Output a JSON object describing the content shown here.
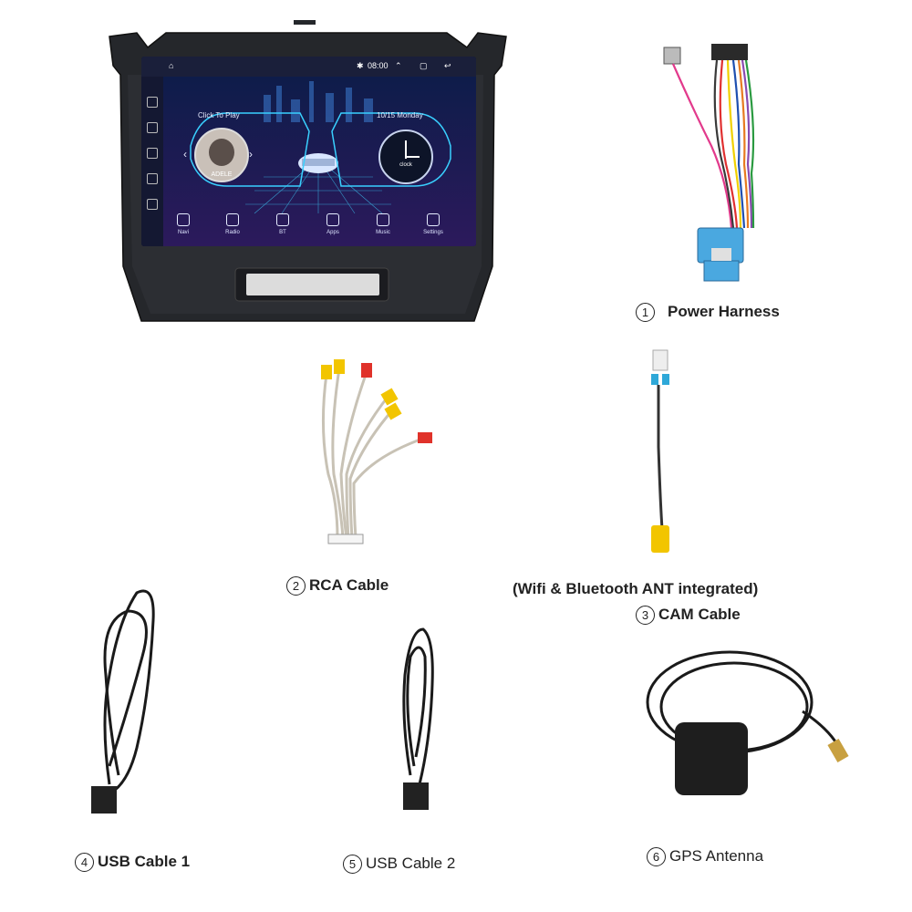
{
  "screen": {
    "status": {
      "time": "08:00"
    },
    "cards": {
      "music_label": "Click To Play",
      "date_label": "10/15 Monday",
      "artist_short": "ADELE",
      "clock_label": "clock"
    },
    "apps": [
      {
        "label": "Navi",
        "icon": "location-pin-icon"
      },
      {
        "label": "Radio",
        "icon": "radio-icon"
      },
      {
        "label": "BT",
        "icon": "bluetooth-icon"
      },
      {
        "label": "Apps",
        "icon": "apps-grid-icon"
      },
      {
        "label": "Music",
        "icon": "music-note-icon"
      },
      {
        "label": "Settings",
        "icon": "gear-icon"
      }
    ]
  },
  "items": [
    {
      "number": "1",
      "label": "Power Harness"
    },
    {
      "number": "2",
      "label": "RCA Cable"
    },
    {
      "number": "3",
      "label": "CAM Cable",
      "note": "(Wifi & Bluetooth ANT integrated)"
    },
    {
      "number": "4",
      "label": "USB Cable 1"
    },
    {
      "number": "5",
      "label": "USB Cable 2"
    },
    {
      "number": "6",
      "label": "GPS Antenna"
    }
  ],
  "colors": {
    "bezel": "#25272b",
    "screen_bg": "#0b1030",
    "accent_cyan": "#39d0ff",
    "rca_red": "#e0322a",
    "rca_yellow": "#f2c500",
    "harness_blue": "#4aa8e0"
  }
}
